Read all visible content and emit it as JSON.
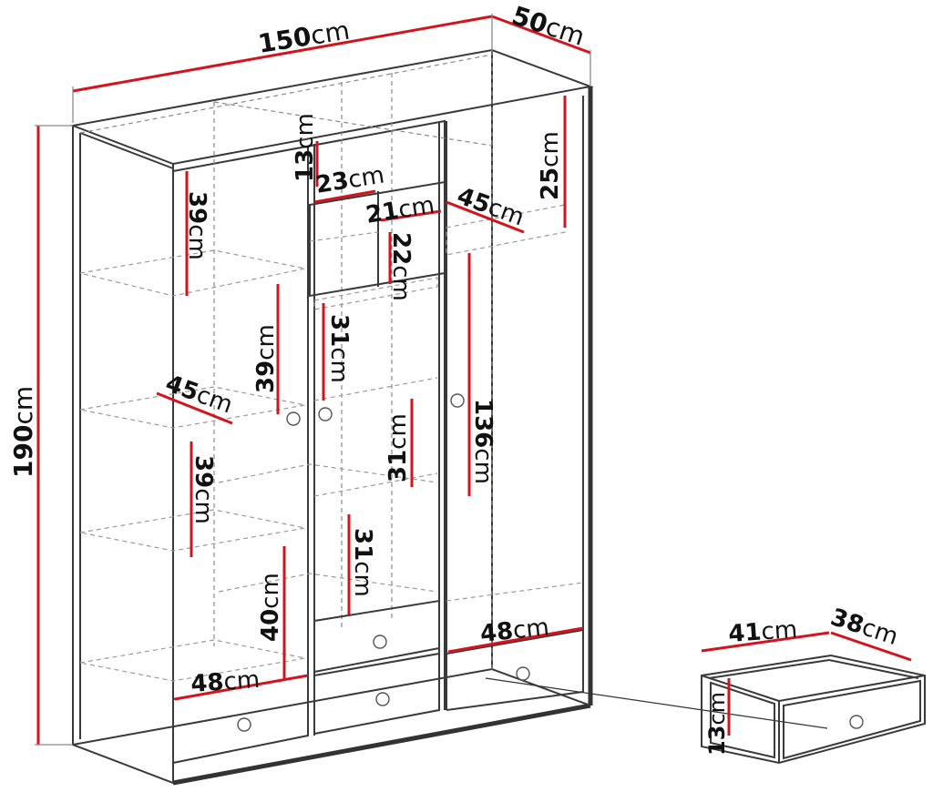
{
  "diagram": {
    "wardrobe": {
      "width": {
        "value": "150",
        "unit": "cm"
      },
      "depth": {
        "value": "50",
        "unit": "cm"
      },
      "height": {
        "value": "190",
        "unit": "cm"
      },
      "inner_dimensions": [
        {
          "id": "d13",
          "value": "13",
          "unit": "cm"
        },
        {
          "id": "d23",
          "value": "23",
          "unit": "cm"
        },
        {
          "id": "d21",
          "value": "21",
          "unit": "cm"
        },
        {
          "id": "d22",
          "value": "22",
          "unit": "cm"
        },
        {
          "id": "d45top",
          "value": "45",
          "unit": "cm"
        },
        {
          "id": "d25",
          "value": "25",
          "unit": "cm"
        },
        {
          "id": "d39a",
          "value": "39",
          "unit": "cm"
        },
        {
          "id": "d39b",
          "value": "39",
          "unit": "cm"
        },
        {
          "id": "d31a",
          "value": "31",
          "unit": "cm"
        },
        {
          "id": "d45mid",
          "value": "45",
          "unit": "cm"
        },
        {
          "id": "d31b",
          "value": "31",
          "unit": "cm"
        },
        {
          "id": "d136",
          "value": "136",
          "unit": "cm"
        },
        {
          "id": "d39c",
          "value": "39",
          "unit": "cm"
        },
        {
          "id": "d31c",
          "value": "31",
          "unit": "cm"
        },
        {
          "id": "d40",
          "value": "40",
          "unit": "cm"
        },
        {
          "id": "d48right",
          "value": "48",
          "unit": "cm"
        },
        {
          "id": "d48left",
          "value": "48",
          "unit": "cm"
        }
      ]
    },
    "drawer": {
      "width": {
        "value": "41",
        "unit": "cm"
      },
      "depth": {
        "value": "38",
        "unit": "cm"
      },
      "height": {
        "value": "13",
        "unit": "cm"
      }
    }
  }
}
